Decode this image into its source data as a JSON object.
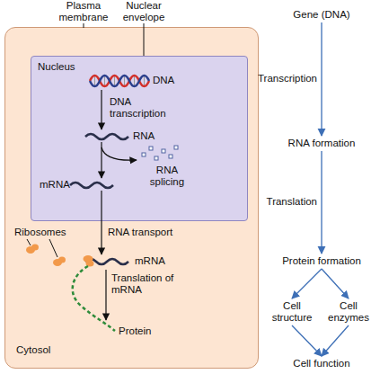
{
  "diagram": {
    "nodes": [
      {
        "text": [
          "Cytosol"
        ]
      },
      {
        "text": [
          "Nucleus"
        ],
        "in": 0
      },
      {
        "text": [
          "Gene (DNA)"
        ]
      },
      {
        "text": [
          "RNA formation"
        ]
      },
      {
        "text": [
          "Protein formation"
        ]
      },
      {
        "text": [
          "Cell structure"
        ]
      },
      {
        "text": [
          "Cell enzymes"
        ]
      },
      {
        "text": [
          "Cell function"
        ]
      }
    ],
    "edges": [
      {
        "from": 2,
        "to": 3,
        "arrow": "to",
        "label": "Transcription"
      },
      {
        "from": 3,
        "to": 4,
        "arrow": "to",
        "label": "Translation"
      },
      {
        "from": 4,
        "to": 5,
        "arrow": "to"
      },
      {
        "from": 4,
        "to": 6,
        "arrow": "to"
      },
      {
        "from": 5,
        "to": 7,
        "arrow": "to"
      },
      {
        "from": 6,
        "to": 7,
        "arrow": "to"
      }
    ],
    "labels": [
      "Plasma membrane",
      "Nuclear envelope",
      "DNA",
      "DNA transcription",
      "RNA",
      "RNA splicing",
      "mRNA",
      "Ribosomes",
      "RNA transport",
      "mRNA",
      "Translation of mRNA",
      "Protein"
    ]
  }
}
